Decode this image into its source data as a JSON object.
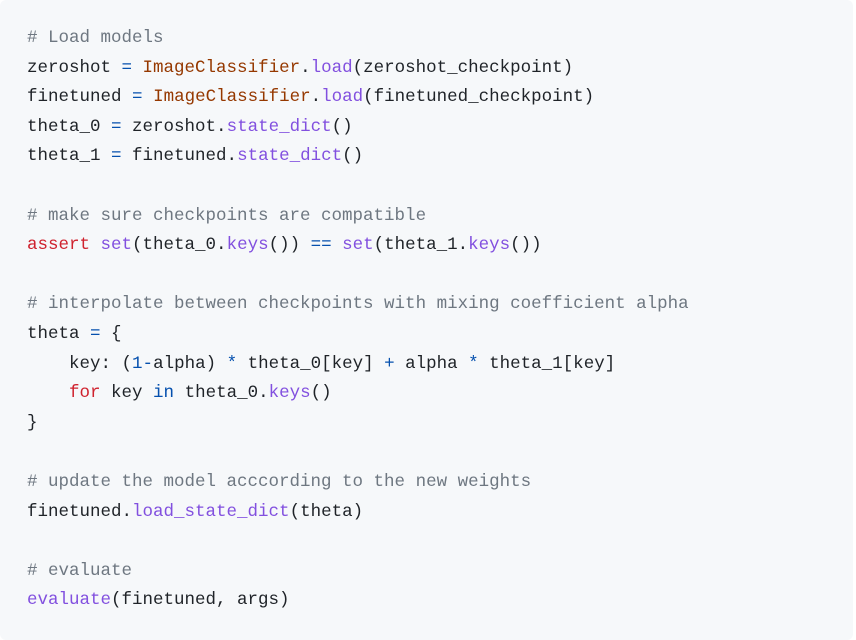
{
  "code": {
    "language": "python",
    "lines": [
      [
        [
          "comment",
          "# Load models"
        ]
      ],
      [
        [
          "text",
          "zeroshot "
        ],
        [
          "op",
          "="
        ],
        [
          "text",
          " "
        ],
        [
          "class",
          "ImageClassifier"
        ],
        [
          "text",
          "."
        ],
        [
          "func",
          "load"
        ],
        [
          "text",
          "(zeroshot_checkpoint)"
        ]
      ],
      [
        [
          "text",
          "finetuned "
        ],
        [
          "op",
          "="
        ],
        [
          "text",
          " "
        ],
        [
          "class",
          "ImageClassifier"
        ],
        [
          "text",
          "."
        ],
        [
          "func",
          "load"
        ],
        [
          "text",
          "(finetuned_checkpoint)"
        ]
      ],
      [
        [
          "text",
          "theta_0 "
        ],
        [
          "op",
          "="
        ],
        [
          "text",
          " zeroshot."
        ],
        [
          "func",
          "state_dict"
        ],
        [
          "text",
          "()"
        ]
      ],
      [
        [
          "text",
          "theta_1 "
        ],
        [
          "op",
          "="
        ],
        [
          "text",
          " finetuned."
        ],
        [
          "func",
          "state_dict"
        ],
        [
          "text",
          "()"
        ]
      ],
      [],
      [
        [
          "comment",
          "# make sure checkpoints are compatible"
        ]
      ],
      [
        [
          "keyword",
          "assert"
        ],
        [
          "text",
          " "
        ],
        [
          "func",
          "set"
        ],
        [
          "text",
          "(theta_0."
        ],
        [
          "func",
          "keys"
        ],
        [
          "text",
          "()) "
        ],
        [
          "op",
          "=="
        ],
        [
          "text",
          " "
        ],
        [
          "func",
          "set"
        ],
        [
          "text",
          "(theta_1."
        ],
        [
          "func",
          "keys"
        ],
        [
          "text",
          "())"
        ]
      ],
      [],
      [
        [
          "comment",
          "# interpolate between checkpoints with mixing coefficient alpha"
        ]
      ],
      [
        [
          "text",
          "theta "
        ],
        [
          "op",
          "="
        ],
        [
          "text",
          " {"
        ]
      ],
      [
        [
          "text",
          "    key: ("
        ],
        [
          "num",
          "1"
        ],
        [
          "op",
          "-"
        ],
        [
          "text",
          "alpha) "
        ],
        [
          "op",
          "*"
        ],
        [
          "text",
          " theta_0[key] "
        ],
        [
          "op",
          "+"
        ],
        [
          "text",
          " alpha "
        ],
        [
          "op",
          "*"
        ],
        [
          "text",
          " theta_1[key]"
        ]
      ],
      [
        [
          "text",
          "    "
        ],
        [
          "keyword",
          "for"
        ],
        [
          "text",
          " key "
        ],
        [
          "op",
          "in"
        ],
        [
          "text",
          " theta_0."
        ],
        [
          "func",
          "keys"
        ],
        [
          "text",
          "()"
        ]
      ],
      [
        [
          "text",
          "}"
        ]
      ],
      [],
      [
        [
          "comment",
          "# update the model acccording to the new weights"
        ]
      ],
      [
        [
          "text",
          "finetuned."
        ],
        [
          "func",
          "load_state_dict"
        ],
        [
          "text",
          "(theta)"
        ]
      ],
      [],
      [
        [
          "comment",
          "# evaluate"
        ]
      ],
      [
        [
          "func",
          "evaluate"
        ],
        [
          "text",
          "(finetuned, args)"
        ]
      ]
    ]
  }
}
